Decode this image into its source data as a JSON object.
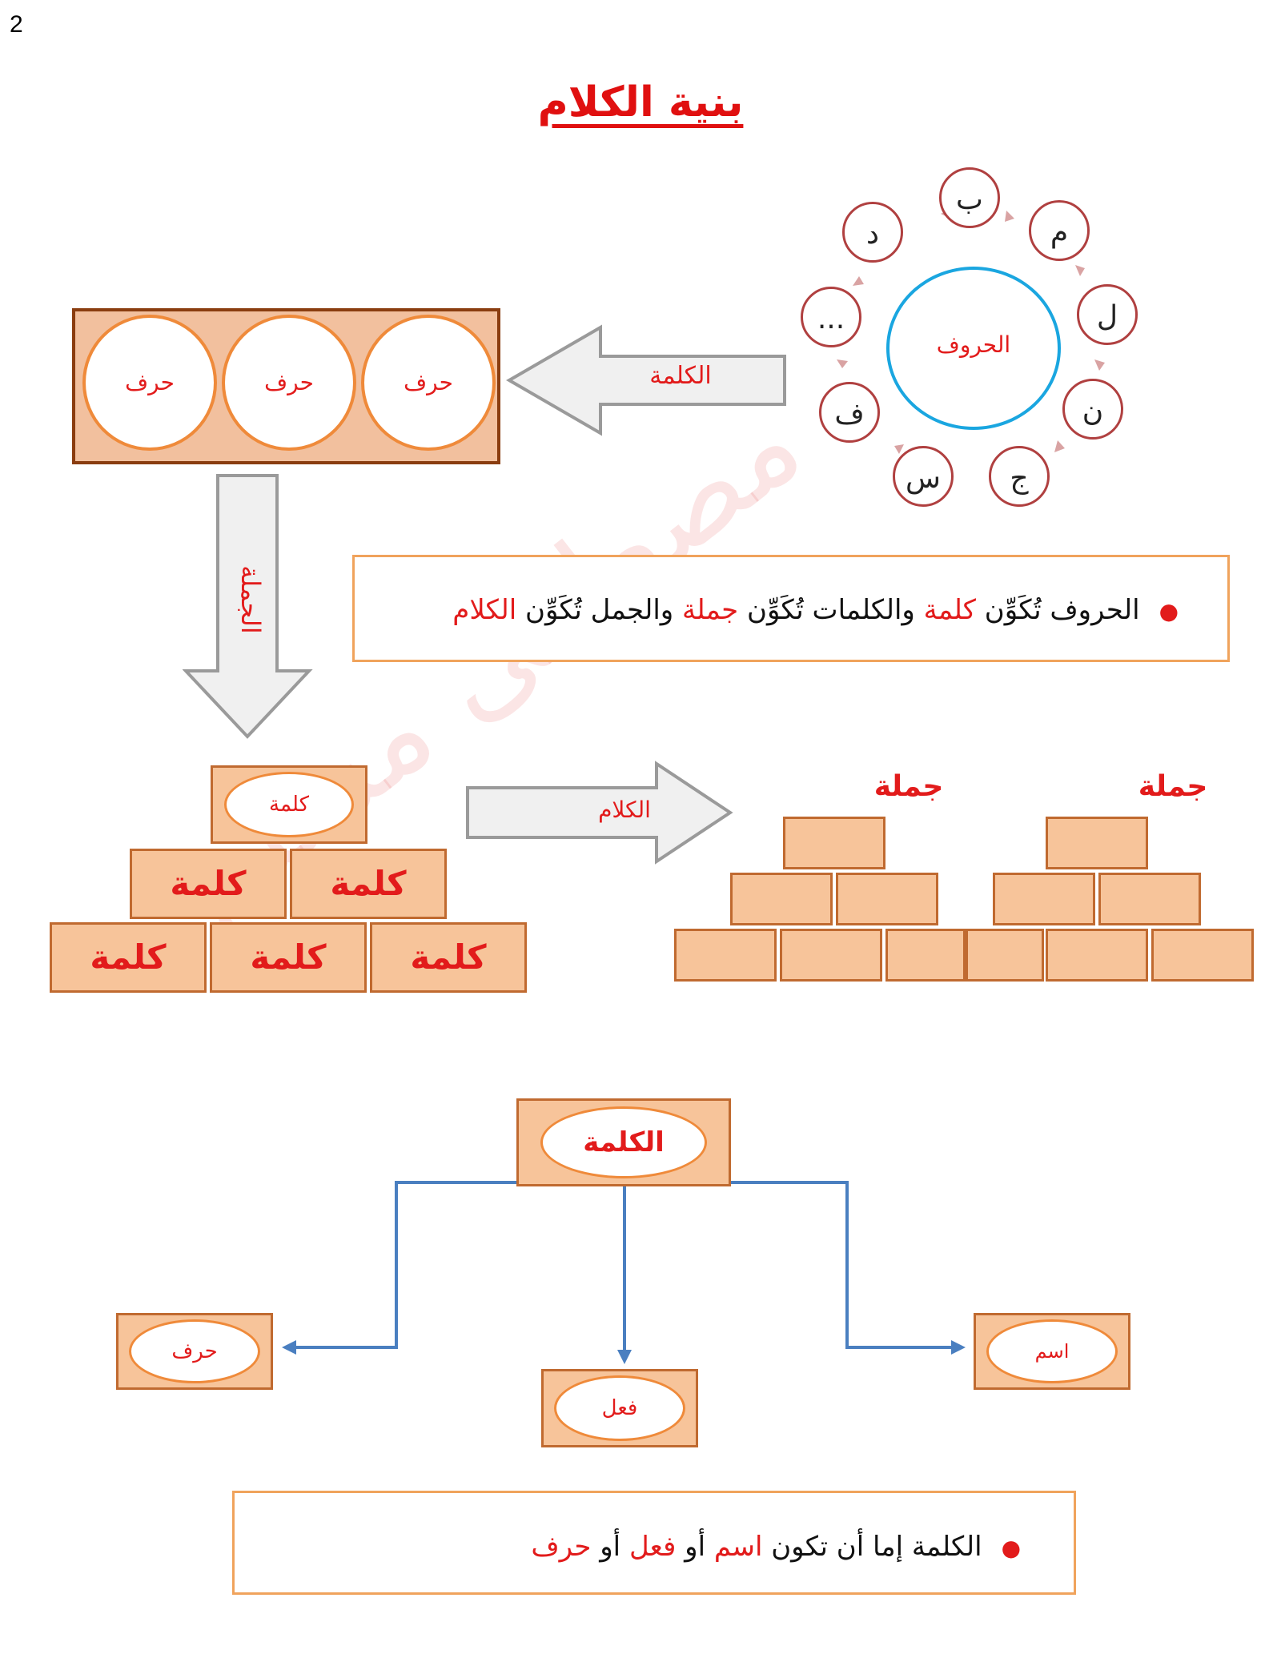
{
  "page_number": "2",
  "title": "بنية الكلام",
  "watermark": "مصطفى مسلم",
  "cycle": {
    "center_label": "الحروف",
    "letters": [
      "ب",
      "م",
      "ل",
      "ن",
      "ج",
      "س",
      "ف",
      "...",
      "د"
    ]
  },
  "arrow_word_label": "الكلمة",
  "word_box": {
    "circles": [
      "حرف",
      "حرف",
      "حرف"
    ]
  },
  "arrow_sentence_label": "الجملة",
  "note1": {
    "t1": "الحروف تُكَوِّن ",
    "r1": "كلمة",
    "t2": " والكلمات تُكَوِّن ",
    "r2": "جملة",
    "t3": " والجمل تُكَوِّن ",
    "r3": "الكلام"
  },
  "pyramid": {
    "top": "كلمة",
    "row2": [
      "كلمة",
      "كلمة"
    ],
    "row3": [
      "كلمة",
      "كلمة",
      "كلمة"
    ]
  },
  "arrow_speech_label": "الكلام",
  "sentences": [
    "جملة",
    "جملة"
  ],
  "tree": {
    "root": "الكلمة",
    "right": "اسم",
    "middle": "فعل",
    "left": "حرف"
  },
  "note2": {
    "t1": "الكلمة إما أن تكون ",
    "r1": "اسم",
    "t2": " أو ",
    "r2": "فعل",
    "t3": " أو ",
    "r3": "حرف"
  },
  "colors": {
    "accent_red": "#e21b1b",
    "brick_fill": "#f7c49a",
    "connector_blue": "#4a7fc0",
    "center_circle": "#1aa6e0"
  }
}
